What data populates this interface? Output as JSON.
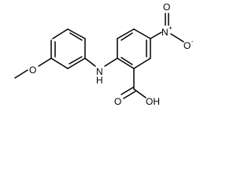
{
  "structure": {
    "atoms": {
      "methoxy_o": "O",
      "amine_n": "N",
      "amine_h": "H",
      "nitro_n": "N",
      "nitro_plus": "+",
      "nitro_o1": "O",
      "nitro_o2": "O",
      "nitro_minus": "-",
      "acid_label": "OH",
      "carbonyl_o": "O"
    }
  }
}
